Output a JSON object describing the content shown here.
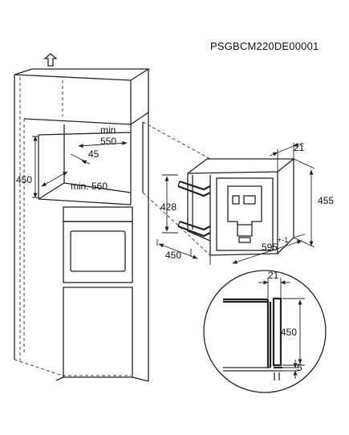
{
  "document": {
    "code": "PSGBCM220DE00001"
  },
  "labels": {
    "niche_min_width": "min.",
    "niche_min_width_value": "550",
    "niche_inset": "45",
    "niche_height": "450",
    "niche_min_depth": "min. 560",
    "appliance_depth_top": "21",
    "appliance_height_outer": "455",
    "appliance_height_inner": "428",
    "appliance_depth": "450",
    "appliance_width": "595",
    "appliance_width_tolerance": "+-1",
    "detail_offset": "21",
    "detail_height": "450",
    "detail_gap": "5"
  },
  "icons": {
    "arrow": "up-arrow-icon"
  },
  "colors": {
    "line": "#222222",
    "background": "#ffffff"
  }
}
